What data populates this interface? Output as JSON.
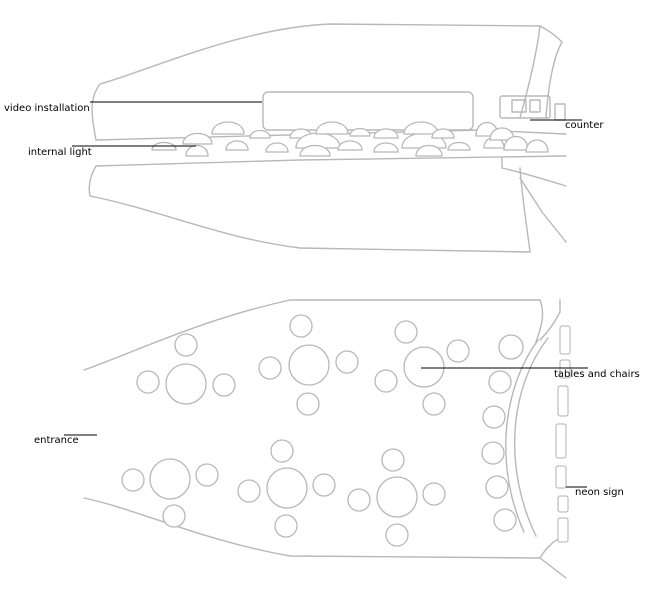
{
  "labels": {
    "video_installation": "video installation",
    "internal_light": "internal light",
    "counter": "counter",
    "tables_and_chairs": "tables and chairs",
    "entrance": "entrance",
    "neon_sign": "neon sign"
  },
  "colors": {
    "outline": "#b8b8b8",
    "leader": "#000000",
    "text": "#000000"
  }
}
